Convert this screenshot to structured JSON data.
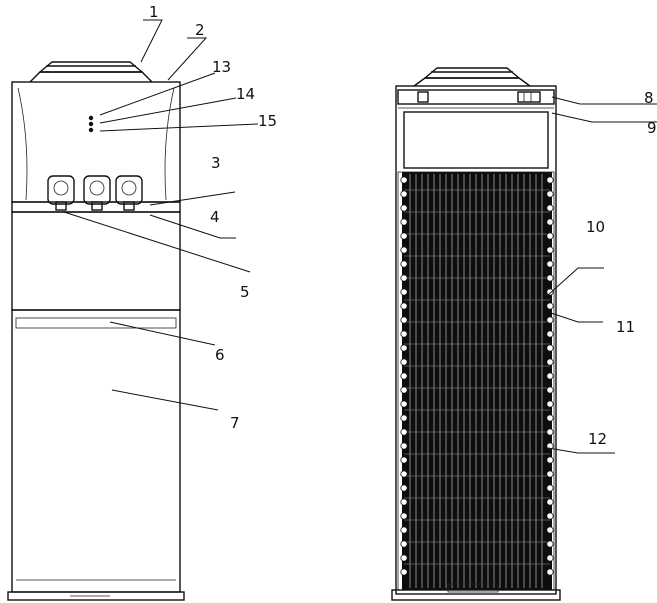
{
  "diagram": {
    "front_view": {
      "callouts": [
        "1",
        "2",
        "13",
        "14",
        "15",
        "3",
        "4",
        "5",
        "6",
        "7"
      ]
    },
    "back_view": {
      "callouts": [
        "8",
        "9",
        "10",
        "11",
        "12"
      ]
    }
  }
}
